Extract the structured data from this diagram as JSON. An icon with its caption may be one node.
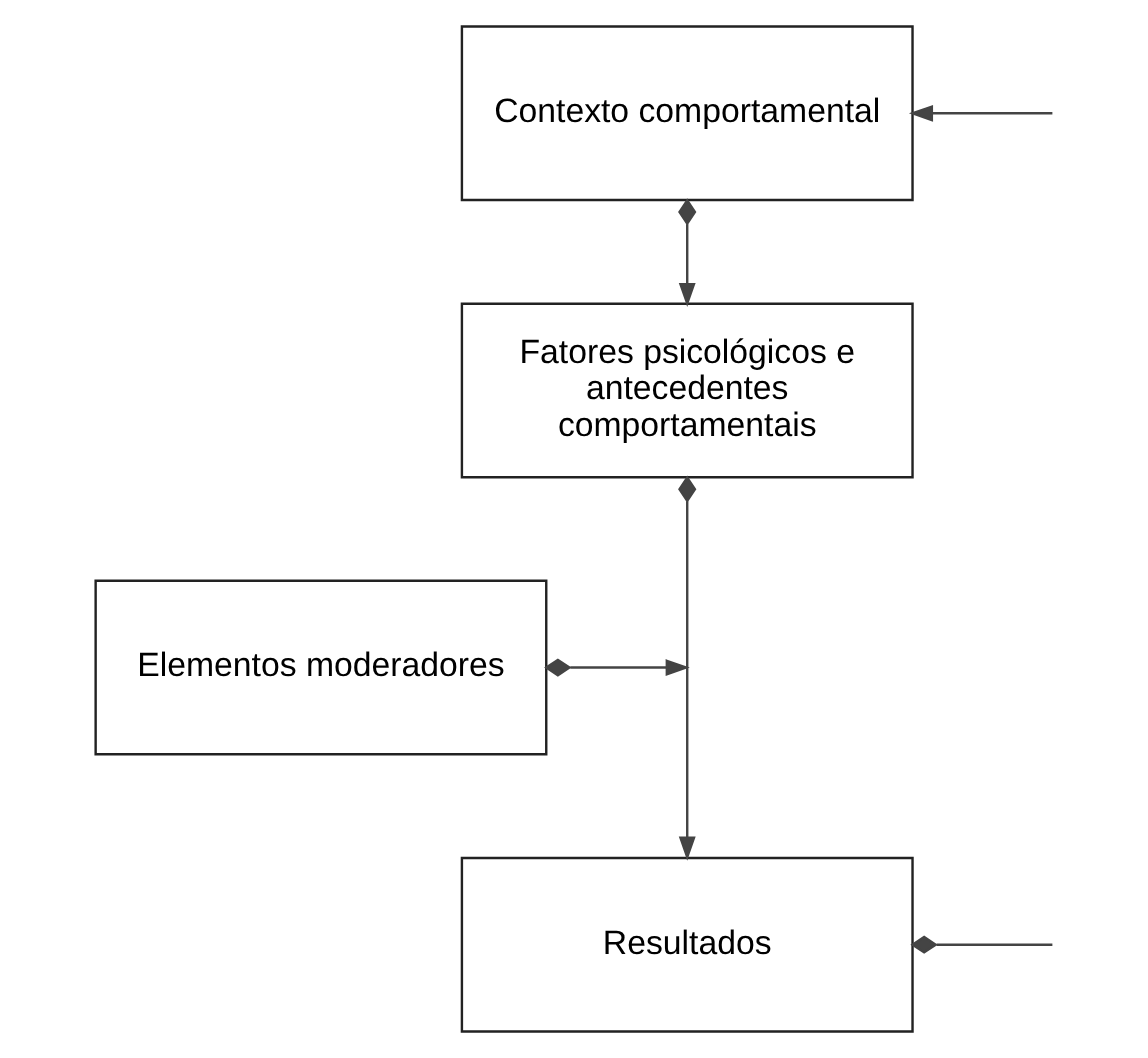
{
  "diagram": {
    "nodes": [
      {
        "text": [
          "Contexto comportamental"
        ]
      },
      {
        "text": [
          "Fatores psicológicos e antecedentes comportamentais"
        ]
      },
      {
        "text": [
          "Elementos moderadores"
        ]
      },
      {
        "text": [
          "Resultados"
        ]
      }
    ],
    "edges": [
      {
        "from": null,
        "to": 0,
        "arrow": "to"
      },
      {
        "from": 0,
        "to": 1,
        "arrow": "to"
      },
      {
        "from": 1,
        "to": 3,
        "arrow": "to"
      },
      {
        "from": 2,
        "to": null,
        "arrow": "to"
      },
      {
        "from": 3,
        "to": null,
        "arrow": "other"
      }
    ]
  }
}
